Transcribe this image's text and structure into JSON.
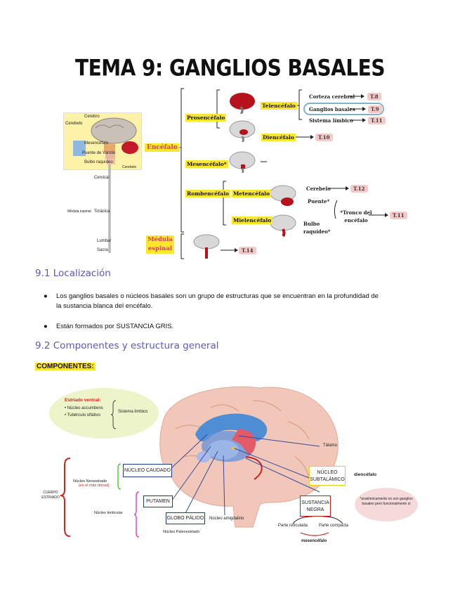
{
  "title": "TEMA 9: GANGLIOS BASALES",
  "diagram1": {
    "encefalo": "Encéfalo",
    "medula": "Médula espinal",
    "prosencefalo": "Prosencéfalo",
    "mesencefalo": "Mesencéfalo*",
    "rombencefalo": "Rombencéfalo",
    "telencefalo": "Telencéfalo",
    "diencefalo": "Diencéfalo",
    "metencefalo": "Metencéfalo",
    "mielencefalo": "Mielencéfalo",
    "corteza": "Corteza cerebral",
    "ganglios": "Ganglios basales",
    "limbico": "Sistema límbico",
    "cerebelo": "Cerebelo",
    "puente": "Puente*",
    "bulbo": "Bulbo raquídeo*",
    "tronco": "*Tronco del encéfalo",
    "t8": "T.8",
    "t9": "T.9",
    "t11a": "T.11",
    "t10": "T.10",
    "t12": "T.12",
    "t11b": "T.11",
    "t14": "T.14"
  },
  "spine_labels": {
    "cerebro": "Cerebro",
    "cerebelo": "Cerebelo",
    "mesencefalo": "Mesencéfalo",
    "puente": "Puente de Varolio",
    "bulbo": "Bulbo raquídeo",
    "cerebelo2": "Cerebelo",
    "cervical": "Cervical",
    "medula": "Médula espinal",
    "toracica": "Torácica",
    "lumbar": "Lumbar",
    "sacra": "Sacra"
  },
  "section1": {
    "heading": "9.1 Localización",
    "b1_line1": "Los ganglios basales o núcleos basales son un grupo de estructuras que se encuentran en la profundidad de",
    "b1_line2": "la sustancia blanca del encéfalo.",
    "b2": "Están formados por SUSTANCIA GRIS."
  },
  "section2": {
    "heading": "9.2 Componentes y estructura general",
    "componentes": "COMPONENTES:"
  },
  "diagram2": {
    "estriado_title": "Estriado ventral:",
    "estriado_item1": "Núcleo accumbens",
    "estriado_item2": "Tubérculo olfativo",
    "sistema_limbico": "Sistema límbico",
    "talamo": "Tálamo",
    "nucleo_caudado": "NÚCLEO CAUDADO",
    "putamen": "PUTAMEN",
    "globo_palido": "GLOBO PÁLIDO",
    "nucleo_amigdalino": "Núcleo amigdalino",
    "nucleo_subtalamico": "NÚCLEO SUBTALÁMICO",
    "diencefalo": "diencéfalo",
    "sustancia_negra": "SUSTANCIA NEGRA",
    "nota": "*anatómicamente no son ganglios basales pero funcionalmente sí",
    "parte_reticulada": "Parte reticulada",
    "parte_compacta": "Parte compacta",
    "mesencefalo": "mesencéfalo",
    "cuerpo_estriado": "CUERPO ESTRIADO",
    "nucleo_neoestriado": "Núcleo Neoestriado",
    "neo_sub": "(es el más dorsal)",
    "nucleo_lenticular": "Núcleo lenticular",
    "paleoestriado": "Núcleo Paleoestriado"
  },
  "colors": {
    "heading": "#5b57c7",
    "highlight": "#fde72e",
    "tnum": "#f6c9c9",
    "encefalo": "#e0357a"
  }
}
